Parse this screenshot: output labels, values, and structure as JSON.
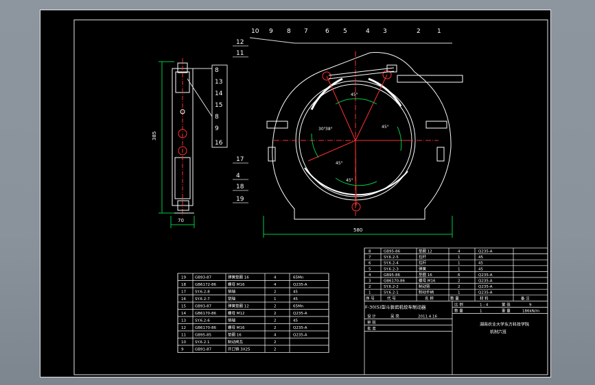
{
  "drawing": {
    "top_callouts": [
      "10",
      "9",
      "8",
      "7",
      "6",
      "5",
      "4",
      "3",
      "2",
      "1"
    ],
    "left_callouts": [
      "12",
      "11",
      "17",
      "4",
      "18",
      "19"
    ],
    "side_callouts": [
      "8",
      "13",
      "14",
      "15",
      "8",
      "9",
      "16"
    ],
    "dim_side_height": "385",
    "dim_side_width": "70",
    "dim_main_width": "580",
    "angle_labels": [
      "45°",
      "30°",
      "45°",
      "38°",
      "45°",
      "45°"
    ]
  },
  "bom_left": {
    "rows": [
      {
        "no": "19",
        "code": "GB93-87",
        "name": "弹簧垫圈 16",
        "qty": "4",
        "mat": "65Mn"
      },
      {
        "no": "18",
        "code": "GB6172-86",
        "name": "螺母 M16",
        "qty": "4",
        "mat": "Q235-A"
      },
      {
        "no": "17",
        "code": "SY.6.2-8",
        "name": "销轴",
        "qty": "2",
        "mat": "45"
      },
      {
        "no": "16",
        "code": "SY.6.2-7",
        "name": "销轴",
        "qty": "1",
        "mat": "45"
      },
      {
        "no": "15",
        "code": "GB93-87",
        "name": "弹簧垫圈 12",
        "qty": "2",
        "mat": "65Mn"
      },
      {
        "no": "14",
        "code": "GB6170-86",
        "name": "螺母 M12",
        "qty": "2",
        "mat": "Q235-A"
      },
      {
        "no": "13",
        "code": "SY.6.2-6",
        "name": "销轴",
        "qty": "2",
        "mat": "45"
      },
      {
        "no": "12",
        "code": "GB6170-86",
        "name": "螺母 M16",
        "qty": "2",
        "mat": "Q235-A"
      },
      {
        "no": "11",
        "code": "GB95-85",
        "name": "垫圈 16",
        "qty": "4",
        "mat": "Q235-A"
      },
      {
        "no": "10",
        "code": "SY.6.2.1",
        "name": "制动闸瓦",
        "qty": "2",
        "mat": ""
      },
      {
        "no": "9",
        "code": "GB91-87",
        "name": "开口销 3X25",
        "qty": "2",
        "mat": ""
      }
    ]
  },
  "bom_right": {
    "rows": [
      {
        "no": "8",
        "code": "GB95-86",
        "name": "垫圈 12",
        "qty": "4",
        "mat": "Q235-A"
      },
      {
        "no": "7",
        "code": "SY.6.2-5",
        "name": "拉杆",
        "qty": "1",
        "mat": "45"
      },
      {
        "no": "6",
        "code": "SY.6.2-4",
        "name": "拉杆",
        "qty": "1",
        "mat": "45"
      },
      {
        "no": "5",
        "code": "SY.6.2-3",
        "name": "弹簧",
        "qty": "1",
        "mat": "45"
      },
      {
        "no": "4",
        "code": "GB95-86",
        "name": "垫圈 16",
        "qty": "6",
        "mat": "Q235-A"
      },
      {
        "no": "3",
        "code": "GB6170-86",
        "name": "螺母 M16",
        "qty": "2",
        "mat": "Q235-A"
      },
      {
        "no": "2",
        "code": "SY.6.2-2",
        "name": "制动臂",
        "qty": "2",
        "mat": "Q235-A"
      },
      {
        "no": "1",
        "code": "SY.6.2-1",
        "name": "制动手柄",
        "qty": "1",
        "mat": "Q235-A"
      }
    ],
    "header": [
      "序 号",
      "代 号",
      "名 称",
      "数 量",
      "材 料",
      "备 注"
    ]
  },
  "title_block": {
    "drawing_title": "F-30(S)型斗装岩机绞车制动器",
    "scale_label": "比 例",
    "scale": "1 : 4",
    "sheet_label": "第 张",
    "weight_label": "重 量",
    "weight": "186kN/m",
    "qty_label": "数 量",
    "qty": "1",
    "sheet_no": "9",
    "design_label": "设 计",
    "designer": "吴 亮",
    "date": "2011.4.16",
    "check_label": "审 核",
    "approve_label": "批 准",
    "org_line1": "湖南农业大学东方科技学院",
    "org_line2": "机制六班"
  }
}
